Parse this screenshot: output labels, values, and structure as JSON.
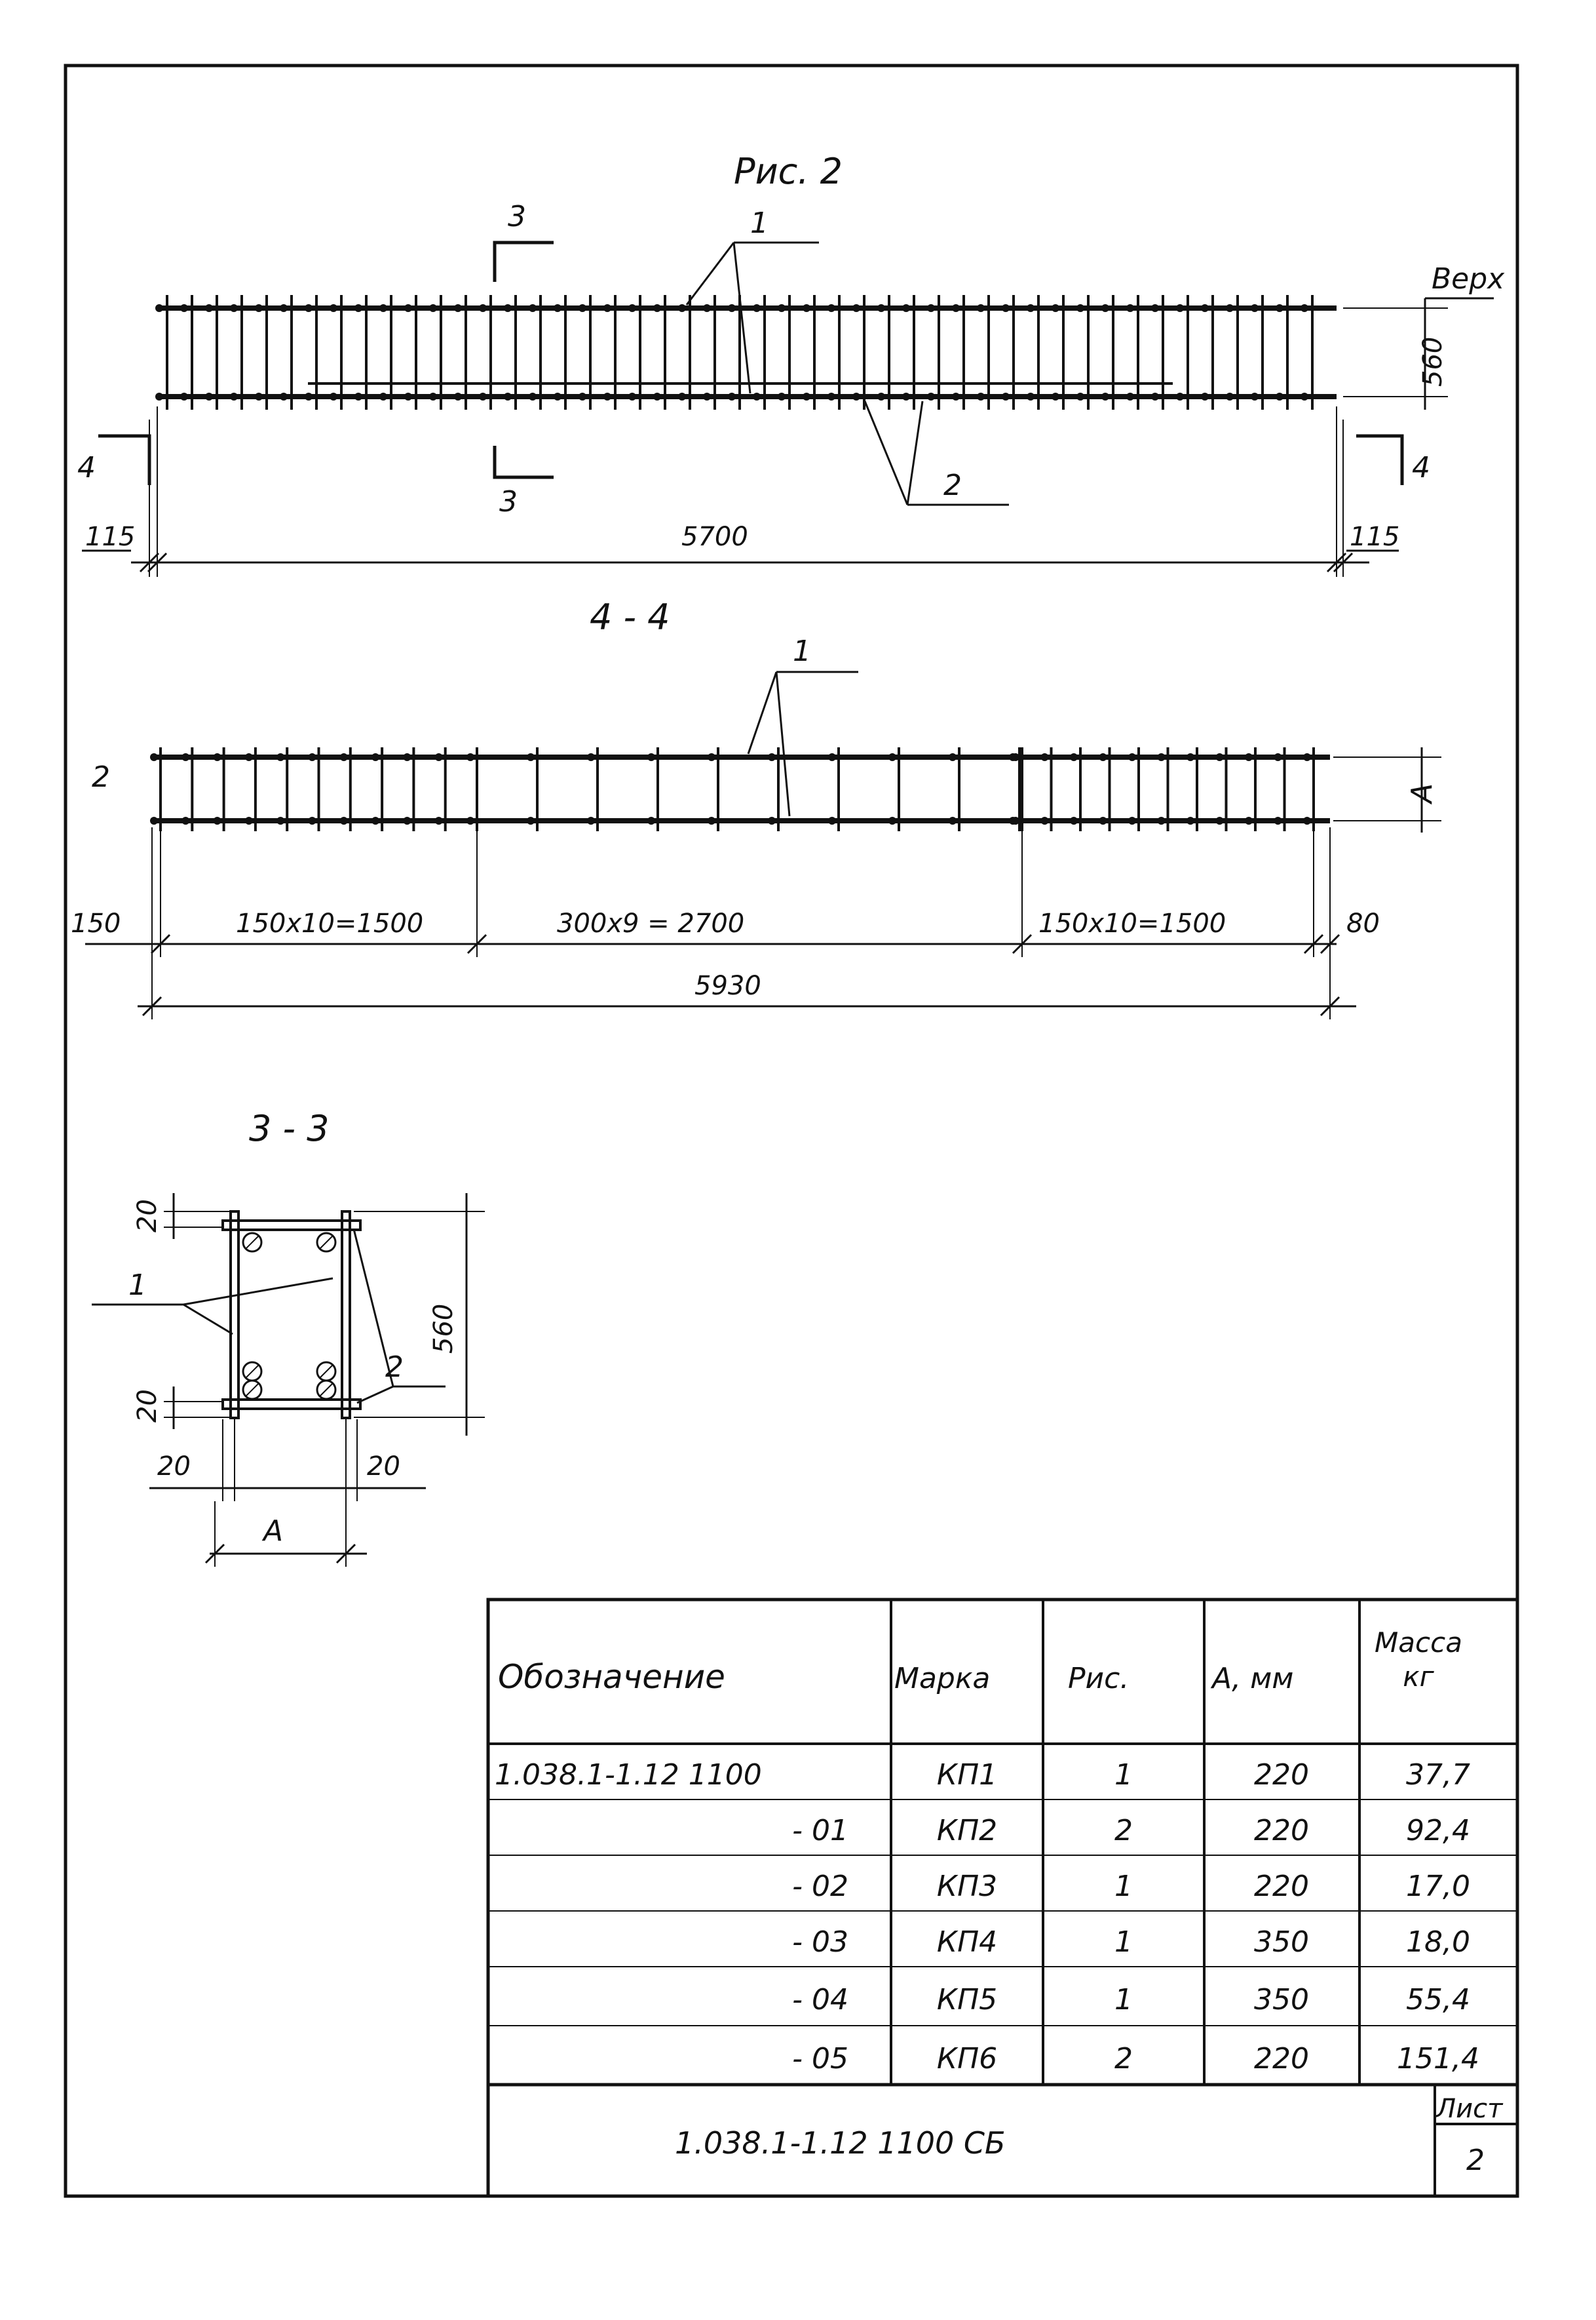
{
  "drawing": {
    "fig_title": "Рис. 2",
    "cut_3_label": "3",
    "cut_4_label": "4",
    "callout_1": "1",
    "callout_2": "2",
    "top_label": "Верх",
    "height_dim": "560",
    "dim_left_115": "115",
    "dim_middle_5700": "5700",
    "dim_right_115": "115"
  },
  "section_44": {
    "title": "4 - 4",
    "callout_1": "1",
    "callout_2": "2",
    "dim_A": "А",
    "dim_150": "150",
    "dim_seg1": "150x10=1500",
    "dim_seg2": "300x9 = 2700",
    "dim_seg3": "150x10=1500",
    "dim_80": "80",
    "dim_total": "5930"
  },
  "section_33": {
    "title": "3 - 3",
    "dim_20_top": "20",
    "dim_20_bottom": "20",
    "dim_20_left": "20",
    "dim_20_right": "20",
    "dim_560": "560",
    "dim_A": "А",
    "callout_1": "1",
    "callout_2": "2"
  },
  "table": {
    "headers": [
      "Обозначение",
      "Марка",
      "Рис.",
      "А, мм",
      "Масса кг"
    ],
    "rows": [
      {
        "designation": "1.038.1-1.12 1100",
        "mark": "КП1",
        "fig": "1",
        "a": "220",
        "mass": "37,7"
      },
      {
        "designation": "- 01",
        "mark": "КП2",
        "fig": "2",
        "a": "220",
        "mass": "92,4"
      },
      {
        "designation": "- 02",
        "mark": "КП3",
        "fig": "1",
        "a": "220",
        "mass": "17,0"
      },
      {
        "designation": "- 03",
        "mark": "КП4",
        "fig": "1",
        "a": "350",
        "mass": "18,0"
      },
      {
        "designation": "- 04",
        "mark": "КП5",
        "fig": "1",
        "a": "350",
        "mass": "55,4"
      },
      {
        "designation": "- 05",
        "mark": "КП6",
        "fig": "2",
        "a": "220",
        "mass": "151,4"
      }
    ]
  },
  "title_block": {
    "code": "1.038.1-1.12 1100 СБ",
    "sheet_label": "Лист",
    "sheet_number": "2"
  }
}
